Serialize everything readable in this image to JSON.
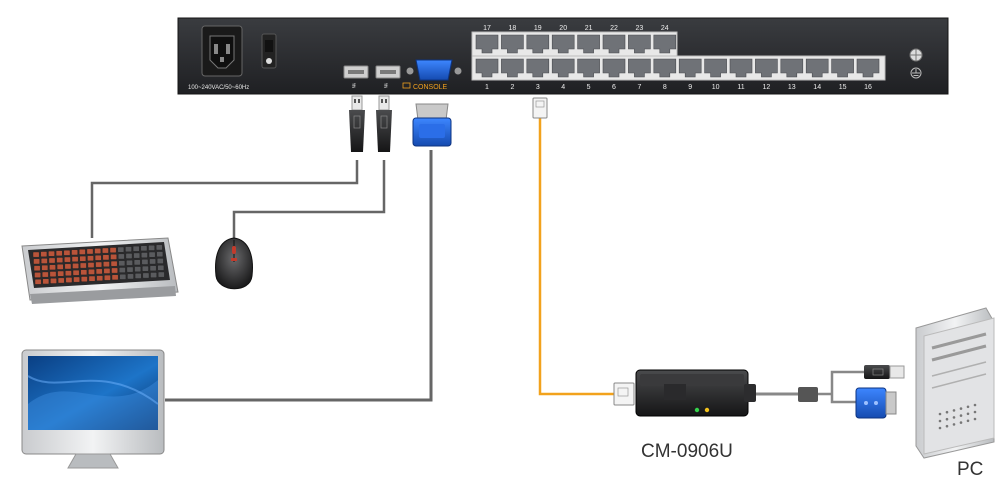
{
  "kvm_switch": {
    "power_label": "100~240VAC/50~60Hz",
    "console_label": "CONSOLE",
    "usb_symbol": "⭿",
    "top_ports": [
      "17",
      "18",
      "19",
      "20",
      "21",
      "22",
      "23",
      "24"
    ],
    "bottom_ports": [
      "1",
      "2",
      "3",
      "4",
      "5",
      "6",
      "7",
      "8",
      "9",
      "10",
      "11",
      "12",
      "13",
      "14",
      "15",
      "16"
    ]
  },
  "adapter": {
    "model": "CM-0906U"
  },
  "pc": {
    "label": "PC"
  },
  "devices": [
    "keyboard-icon",
    "mouse-icon",
    "monitor-icon",
    "pc-tower-icon"
  ],
  "colors": {
    "panel": "#2b2d30",
    "cable_orange": "#f2a21c",
    "cable_gray": "#6f6f6f",
    "vga_blue": "#1f5fd1"
  }
}
